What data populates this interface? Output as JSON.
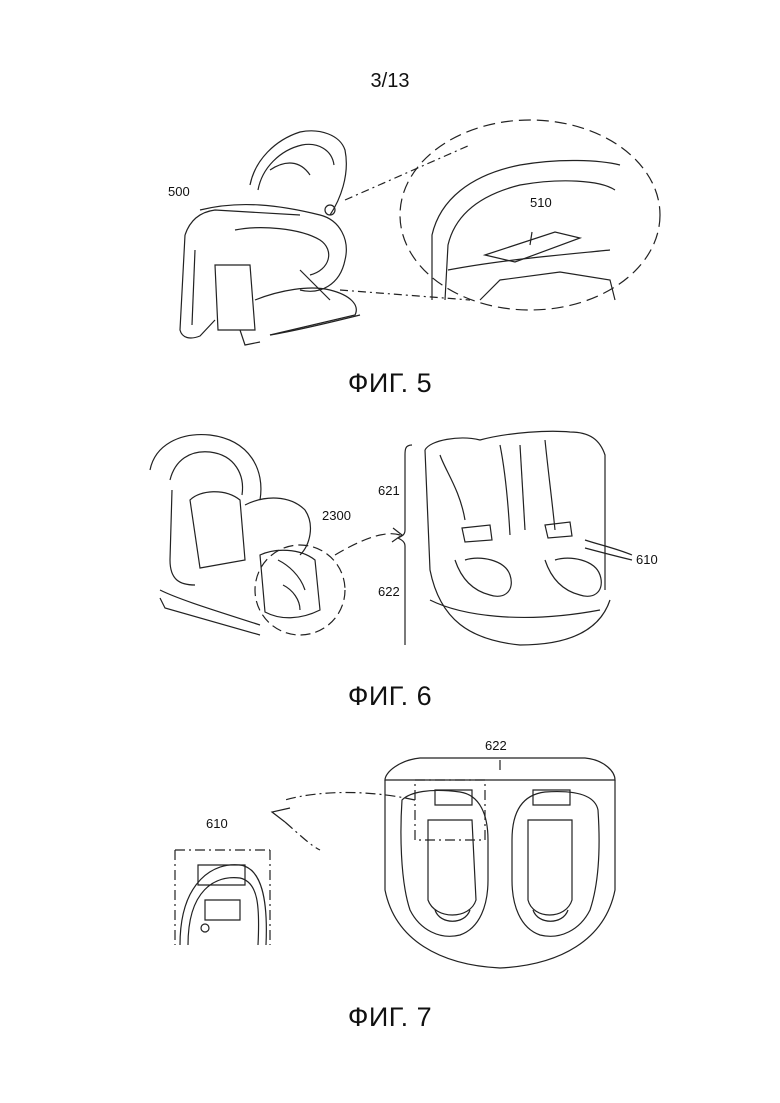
{
  "page": {
    "number": "3/13"
  },
  "figures": [
    {
      "caption": "ФИГ. 5",
      "refs": [
        "500",
        "510"
      ]
    },
    {
      "caption": "ФИГ. 6",
      "refs": [
        "2300",
        "621",
        "622",
        "610"
      ]
    },
    {
      "caption": "ФИГ. 7",
      "refs": [
        "622",
        "610"
      ]
    }
  ],
  "colors": {
    "ink": "#222222",
    "paper": "#ffffff"
  }
}
